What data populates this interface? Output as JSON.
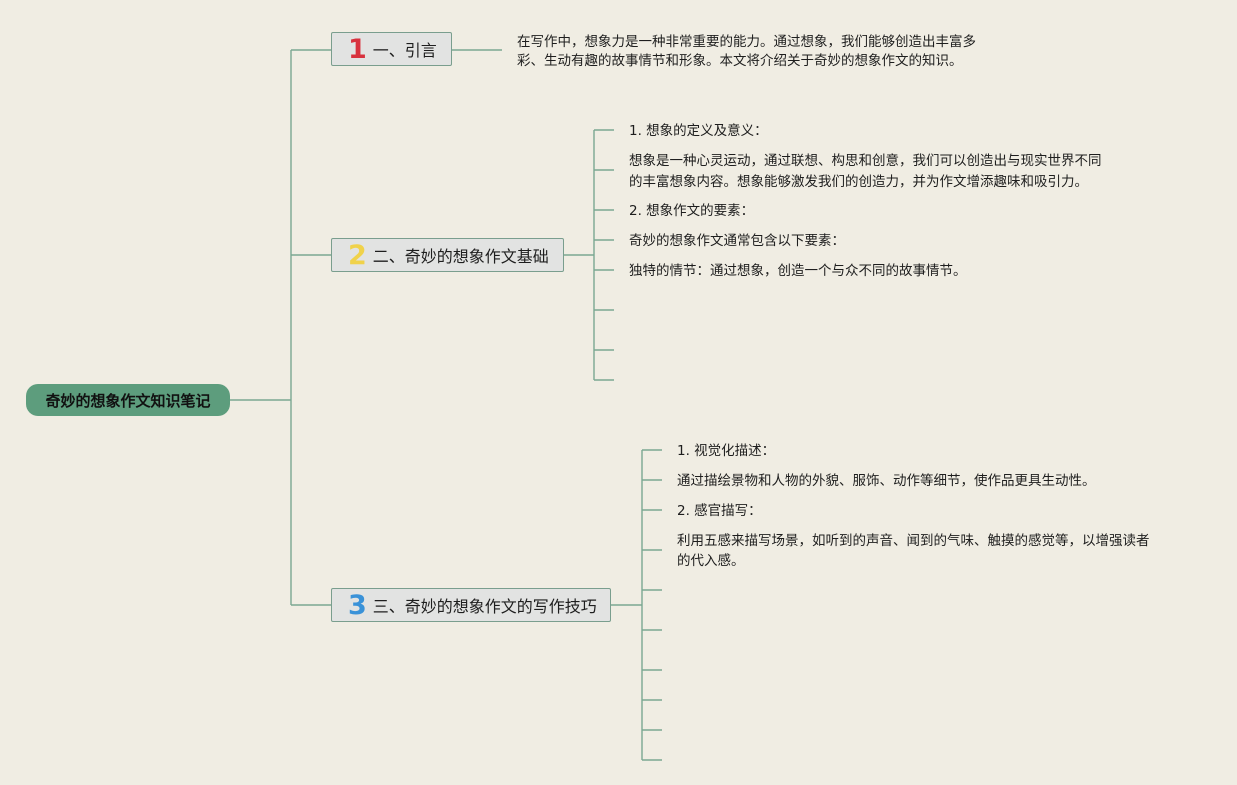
{
  "colors": {
    "background": "#f0ede3",
    "connector": "#7aa892",
    "root_fill": "#5d9d7d",
    "branch_fill": "#e2e3e2",
    "num_1": "#d8323e",
    "num_2": "#f0d24a",
    "num_3": "#3a92d8"
  },
  "root": {
    "label": "奇妙的想象作文知识笔记"
  },
  "branches": [
    {
      "number": "1",
      "label": "一、引言",
      "leaves": [
        "在写作中，想象力是一种非常重要的能力。通过想象，我们能够创造出丰富多",
        "彩、生动有趣的故事情节和形象。本文将介绍关于奇妙的想象作文的知识。"
      ]
    },
    {
      "number": "2",
      "label": "二、奇妙的想象作文基础",
      "leaves": [
        "1. 想象的定义及意义：",
        "想象是一种心灵运动，通过联想、构思和创意，我们可以创造出与现实世界不同",
        "的丰富想象内容。想象能够激发我们的创造力，并为作文增添趣味和吸引力。",
        "2. 想象作文的要素：",
        "奇妙的想象作文通常包含以下要素：",
        "独特的情节：通过想象，创造一个与众不同的故事情节。"
      ]
    },
    {
      "number": "3",
      "label": "三、奇妙的想象作文的写作技巧",
      "leaves": [
        "1. 视觉化描述：",
        "通过描绘景物和人物的外貌、服饰、动作等细节，使作品更具生动性。",
        "2. 感官描写：",
        "利用五感来描写场景，如听到的声音、闻到的气味、触摸的感觉等，以增强读者",
        "的代入感。"
      ]
    }
  ]
}
